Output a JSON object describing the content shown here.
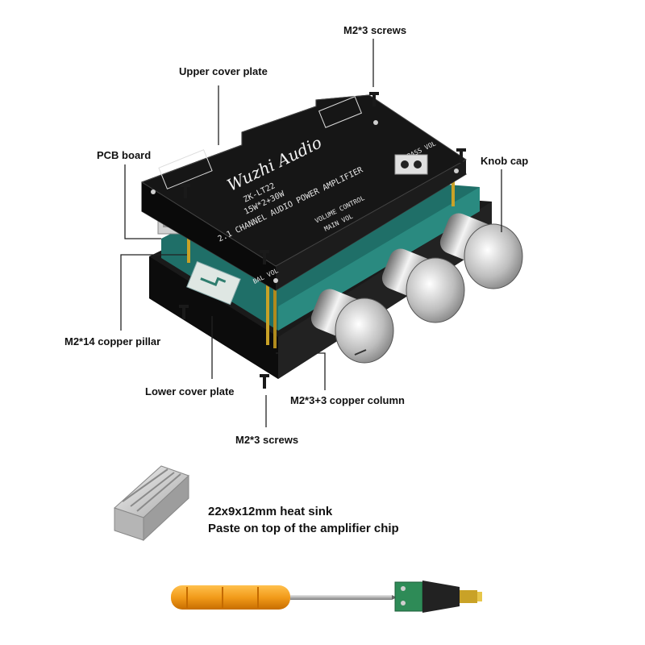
{
  "labels": {
    "screws_top": "M2*3 screws",
    "upper_cover_plate": "Upper cover plate",
    "pcb_board": "PCB board",
    "knob_cap": "Knob cap",
    "copper_pillar": "M2*14 copper pillar",
    "lower_cover_plate": "Lower cover plate",
    "copper_column": "M2*3+3 copper column",
    "screws_bottom": "M2*3 screws"
  },
  "heatsink": {
    "size": "22x9x12mm heat sink",
    "instruction": "Paste on top of the amplifier chip"
  },
  "board_print": {
    "brand": "Wuzhi Audio",
    "model": "ZK-LT22",
    "power": "15W*2+30W",
    "description": "2.1 CHANNEL AUDIO POWER AMPLIFIER",
    "volume_control": "VOLUME CONTROL",
    "main_vol": "MAIN VOL",
    "bal_vol": "BAL VOL",
    "bass_vol": "BASS VOL"
  },
  "colors": {
    "board": "#141414",
    "board_edge": "#2a2a2a",
    "pcb": "#1f6f68",
    "copper": "#c9a227",
    "knob": "#c8c8c8",
    "screwdriver_handle": "#f29b1a",
    "connector_green": "#2e8b57"
  }
}
